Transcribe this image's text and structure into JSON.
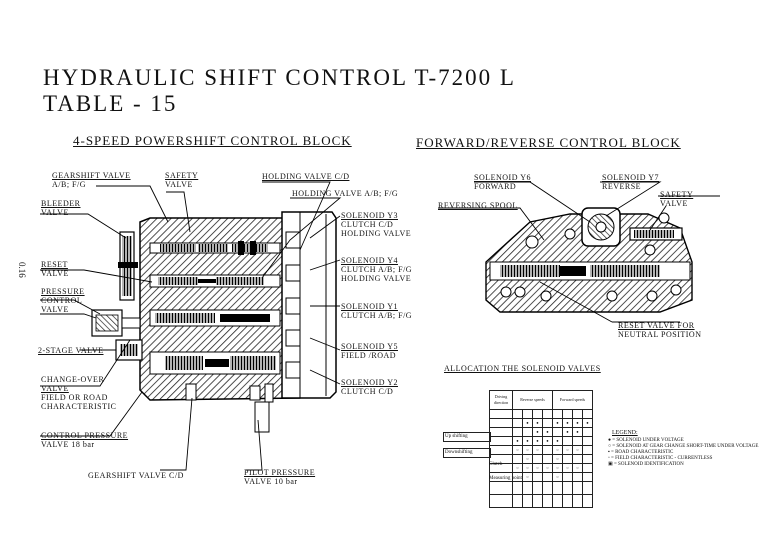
{
  "title_line1": "HYDRAULIC SHIFT CONTROL T-7200 L",
  "title_line2": "TABLE - 15",
  "page_number": "0.16",
  "left_block": {
    "heading": "4-SPEED POWERSHIFT CONTROL BLOCK",
    "labels": {
      "gearshift_valve": [
        "GEARSHIFT VALVE",
        "A/B; F/G"
      ],
      "safety_valve": [
        "SAFETY",
        "VALVE"
      ],
      "holding_cd": "HOLDING VALVE C/D",
      "holding_abfg": "HOLDING VALVE A/B; F/G",
      "bleeder": [
        "BLEEDER",
        "VALVE"
      ],
      "reset": [
        "RESET",
        "VALVE"
      ],
      "pressure_control": [
        "PRESSURE",
        "CONTROL",
        "VALVE"
      ],
      "two_stage": "2-STAGE VALVE",
      "change_over": [
        "CHANGE-OVER",
        "VALVE",
        "FIELD OR ROAD",
        "CHARACTERISTIC"
      ],
      "control_pressure": [
        "CONTROL PRESSURE",
        "VALVE 18 bar"
      ],
      "gearshift_cd": "GEARSHIFT VALVE C/D",
      "pilot_pressure": [
        "PILOT PRESSURE",
        "VALVE 10 bar"
      ]
    },
    "solenoids": [
      [
        "SOLENOID Y3",
        "CLUTCH C/D",
        "HOLDING VALVE"
      ],
      [
        "SOLENOID Y4",
        "CLUTCH A/B; F/G",
        "HOLDING VALVE"
      ],
      [
        "SOLENOID Y1",
        "CLUTCH A/B; F/G"
      ],
      [
        "SOLENOID Y5",
        "FIELD /ROAD"
      ],
      [
        "SOLENOID Y2",
        "CLUTCH C/D"
      ]
    ]
  },
  "right_block": {
    "heading": "FORWARD/REVERSE  CONTROL BLOCK",
    "labels": {
      "y6": [
        "SOLENOID Y6",
        "FORWARD"
      ],
      "y7": [
        "SOLENOID Y7",
        "REVERSE"
      ],
      "reversing_spool": "REVERSING SPOOL",
      "safety": [
        "SAFETY",
        "VALVE"
      ],
      "reset_neutral": [
        "RESET VALVE FOR",
        "NEUTRAL POSITION"
      ]
    }
  },
  "allocation": {
    "heading": "ALLOCATION THE SOLENOID VALVES",
    "header1": [
      "Driving direction",
      "Reverse speeds",
      "Forward speeds"
    ],
    "row_labels": [
      "Up shifting",
      "Downshifting",
      "Clutch",
      "Measuring point"
    ],
    "legend_title": "LEGEND:",
    "legend": [
      "= SOLENOID UNDER VOLTAGE",
      "= SOLENOID AT GEAR CHANGE SHORT-TIME UNDER VOLTAGE",
      "= ROAD CHARACTERISTIC",
      "= FIELD CHARACTERISTIC - CURRENTLESS",
      "= SOLENOID IDENTIFICATION"
    ]
  }
}
